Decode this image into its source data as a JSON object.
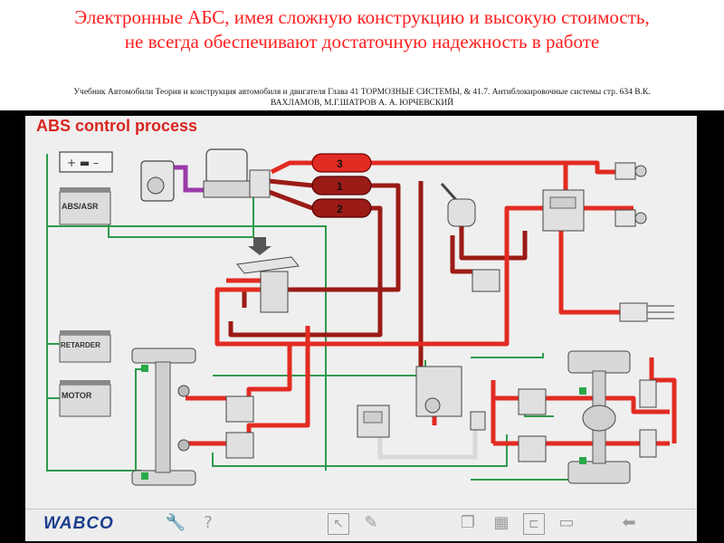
{
  "slide": {
    "title_line1": "Электронные АБС, имея сложную конструкцию и высокую стоимость,",
    "title_line2": "не всегда обеспечивают достаточную надежность в работе",
    "source_line1": "Учебник Автомобили Теория и конструкция автомобиля и двигателя Глава 41 ТОРМОЗНЫЕ СИСТЕМЫ, & 41.7. Антиблокировочные системы стр. 634 В.К.",
    "source_line2": "ВАХЛАМОВ, М.Г.ШАТРОВ А. А. ЮРЧЕВСКИЙ"
  },
  "app": {
    "title": "ABS control process",
    "brand": "WABCO"
  },
  "diagram": {
    "ecus": [
      {
        "id": "abs",
        "label": "ABS/ASR"
      },
      {
        "id": "retarder",
        "label": "RETARDER"
      },
      {
        "id": "motor",
        "label": "MOTOR"
      }
    ],
    "tanks": [
      {
        "id": "tank3",
        "label": "3"
      },
      {
        "id": "tank1",
        "label": "1"
      },
      {
        "id": "tank2",
        "label": "2"
      }
    ],
    "colors": {
      "line_red": "#e22b22",
      "line_dark": "#9b1b16",
      "line_green": "#2f9a4c",
      "line_purple": "#9b3aa8",
      "line_grey": "#d9d9d9"
    }
  },
  "toolbar": {
    "icons": [
      "wrench-icon",
      "help-icon",
      "pointer-icon",
      "pen-icon",
      "layers-icon",
      "gallery-icon",
      "connector-icon",
      "window-icon",
      "back-arrow-icon"
    ]
  }
}
